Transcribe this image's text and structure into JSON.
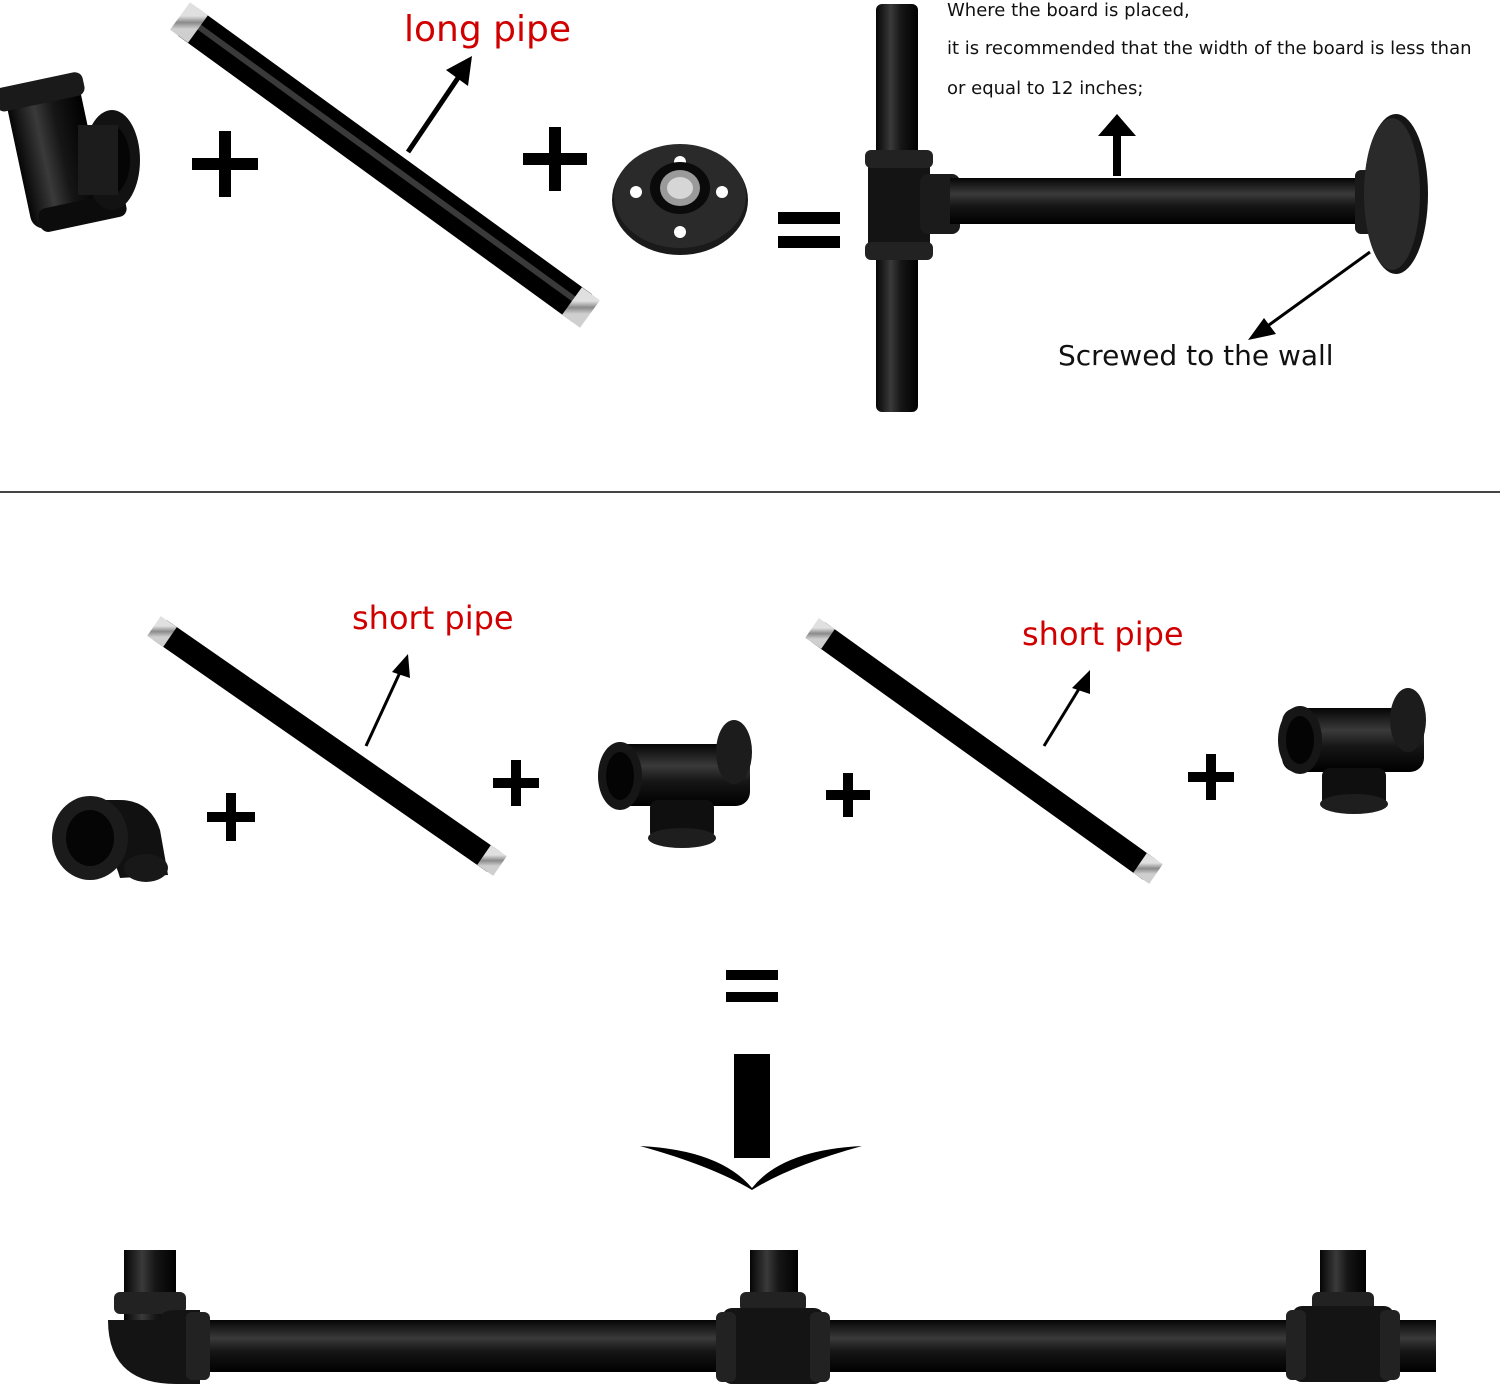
{
  "labels": {
    "long_pipe": "long pipe",
    "board_note_line1": "Where the board is placed,",
    "board_note_line2": "it is recommended that the width of the board is less than",
    "board_note_line3": "or equal to 12 inches;",
    "screwed_to_wall": "Screwed to the wall",
    "short_pipe_left": "short pipe",
    "short_pipe_right": "short pipe"
  },
  "colors": {
    "label_red": "#d10000",
    "pipe_black": "#111111",
    "thread_silver": "#a8a8a8",
    "background": "#ffffff"
  }
}
